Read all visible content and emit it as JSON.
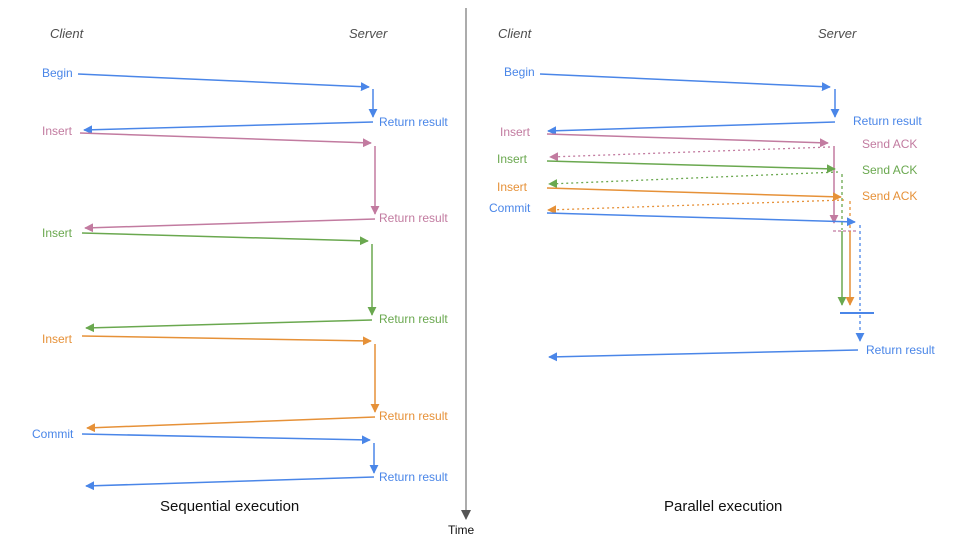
{
  "colors": {
    "blue": "#4a86e8",
    "pink": "#c27ba0",
    "green": "#6aa84f",
    "orange": "#e69138",
    "axis": "#757575"
  },
  "left_panel": {
    "client": "Client",
    "server": "Server",
    "title": "Sequential execution",
    "ops": [
      {
        "label": "Begin",
        "response": "Return result"
      },
      {
        "label": "Insert",
        "response": "Return result"
      },
      {
        "label": "Insert",
        "response": "Return result"
      },
      {
        "label": "Insert",
        "response": "Return result"
      },
      {
        "label": "Commit",
        "response": "Return result"
      }
    ]
  },
  "right_panel": {
    "client": "Client",
    "server": "Server",
    "title": "Parallel execution",
    "ops": [
      {
        "label": "Begin",
        "response": "Return result"
      },
      {
        "label": "Insert",
        "response": "Send ACK"
      },
      {
        "label": "Insert",
        "response": "Send ACK"
      },
      {
        "label": "Insert",
        "response": "Send ACK"
      },
      {
        "label": "Commit",
        "response": "Return result"
      }
    ]
  },
  "time_axis": {
    "label": "Time"
  }
}
